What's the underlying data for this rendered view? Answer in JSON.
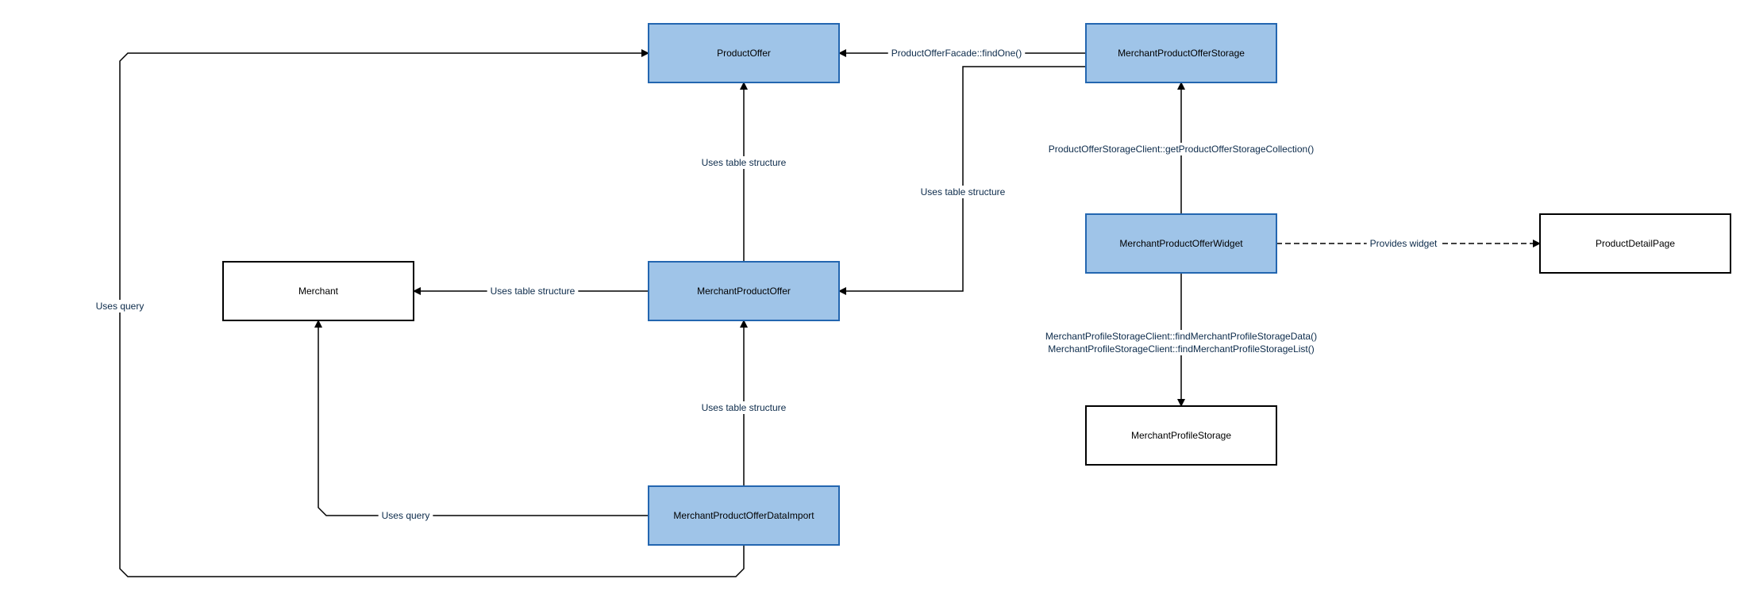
{
  "colors": {
    "highlight_fill": "#9fc4e8",
    "highlight_stroke": "#2366b0",
    "plain_fill": "#ffffff",
    "plain_stroke": "#000000",
    "edge": "#000000",
    "edge_label": "#0b2a4a"
  },
  "nodes": [
    {
      "id": "product-offer",
      "label": "ProductOffer",
      "style": "highlight"
    },
    {
      "id": "merchant-product-offer-storage",
      "label": "MerchantProductOfferStorage",
      "style": "highlight"
    },
    {
      "id": "merchant",
      "label": "Merchant",
      "style": "plain"
    },
    {
      "id": "merchant-product-offer",
      "label": "MerchantProductOffer",
      "style": "highlight"
    },
    {
      "id": "merchant-product-offer-widget",
      "label": "MerchantProductOfferWidget",
      "style": "highlight"
    },
    {
      "id": "product-detail-page",
      "label": "ProductDetailPage",
      "style": "plain"
    },
    {
      "id": "merchant-profile-storage",
      "label": "MerchantProfileStorage",
      "style": "plain"
    },
    {
      "id": "merchant-product-offer-data-import",
      "label": "MerchantProductOfferDataImport",
      "style": "highlight"
    }
  ],
  "edges": [
    {
      "id": "storage-to-offer",
      "from": "merchant-product-offer-storage",
      "to": "product-offer",
      "labels": [
        "ProductOfferFacade::findOne()"
      ],
      "dashed": false
    },
    {
      "id": "storage-to-mpo",
      "from": "merchant-product-offer-storage",
      "to": "merchant-product-offer",
      "labels": [
        "Uses table structure"
      ],
      "dashed": false
    },
    {
      "id": "mpo-to-offer",
      "from": "merchant-product-offer",
      "to": "product-offer",
      "labels": [
        "Uses table structure"
      ],
      "dashed": false
    },
    {
      "id": "mpo-to-merchant",
      "from": "merchant-product-offer",
      "to": "merchant",
      "labels": [
        "Uses table structure"
      ],
      "dashed": false
    },
    {
      "id": "import-to-mpo",
      "from": "merchant-product-offer-data-import",
      "to": "merchant-product-offer",
      "labels": [
        "Uses table structure"
      ],
      "dashed": false
    },
    {
      "id": "import-to-merchant",
      "from": "merchant-product-offer-data-import",
      "to": "merchant",
      "labels": [
        "Uses query"
      ],
      "dashed": false
    },
    {
      "id": "import-to-offer",
      "from": "merchant-product-offer-data-import",
      "to": "product-offer",
      "labels": [
        "Uses query"
      ],
      "dashed": false
    },
    {
      "id": "widget-to-storage",
      "from": "merchant-product-offer-widget",
      "to": "merchant-product-offer-storage",
      "labels": [
        "ProductOfferStorageClient::getProductOfferStorageCollection()"
      ],
      "dashed": false
    },
    {
      "id": "widget-to-detail-page",
      "from": "merchant-product-offer-widget",
      "to": "product-detail-page",
      "labels": [
        "Provides widget"
      ],
      "dashed": true
    },
    {
      "id": "widget-to-profile-storage",
      "from": "merchant-product-offer-widget",
      "to": "merchant-profile-storage",
      "labels": [
        "MerchantProfileStorageClient::findMerchantProfileStorageData()",
        "MerchantProfileStorageClient::findMerchantProfileStorageList()"
      ],
      "dashed": false
    }
  ]
}
